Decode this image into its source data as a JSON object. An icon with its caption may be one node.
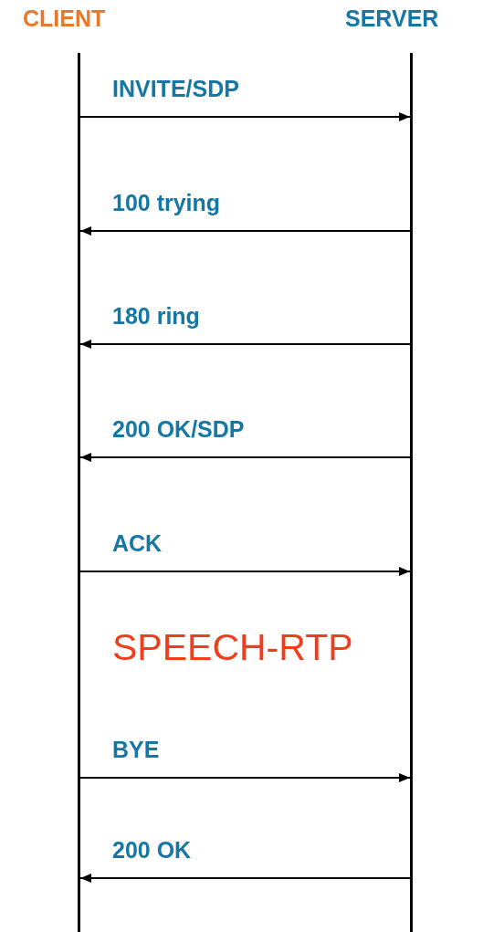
{
  "diagram": {
    "nodes": [
      {
        "text": [
          "CLIENT"
        ]
      },
      {
        "text": [
          "SERVER"
        ]
      },
      {
        "text": [],
        "shape": "bar"
      },
      {
        "text": [],
        "shape": "bar"
      }
    ],
    "edges": [
      {
        "from": 2,
        "to": 3,
        "arrow": "to",
        "label": "INVITE/SDP"
      },
      {
        "from": 3,
        "to": 2,
        "arrow": "to",
        "label": "100 trying"
      },
      {
        "from": 3,
        "to": 2,
        "arrow": "to",
        "label": "180 ring"
      },
      {
        "from": 3,
        "to": 2,
        "arrow": "to",
        "label": "200 OK/SDP"
      },
      {
        "from": 2,
        "to": 3,
        "arrow": "to",
        "label": "ACK"
      },
      {
        "from": 2,
        "to": 3,
        "arrow": "to",
        "label": "BYE"
      },
      {
        "from": 3,
        "to": 2,
        "arrow": "to",
        "label": "200 OK"
      }
    ],
    "labels": [
      "SPEECH-RTP"
    ]
  }
}
